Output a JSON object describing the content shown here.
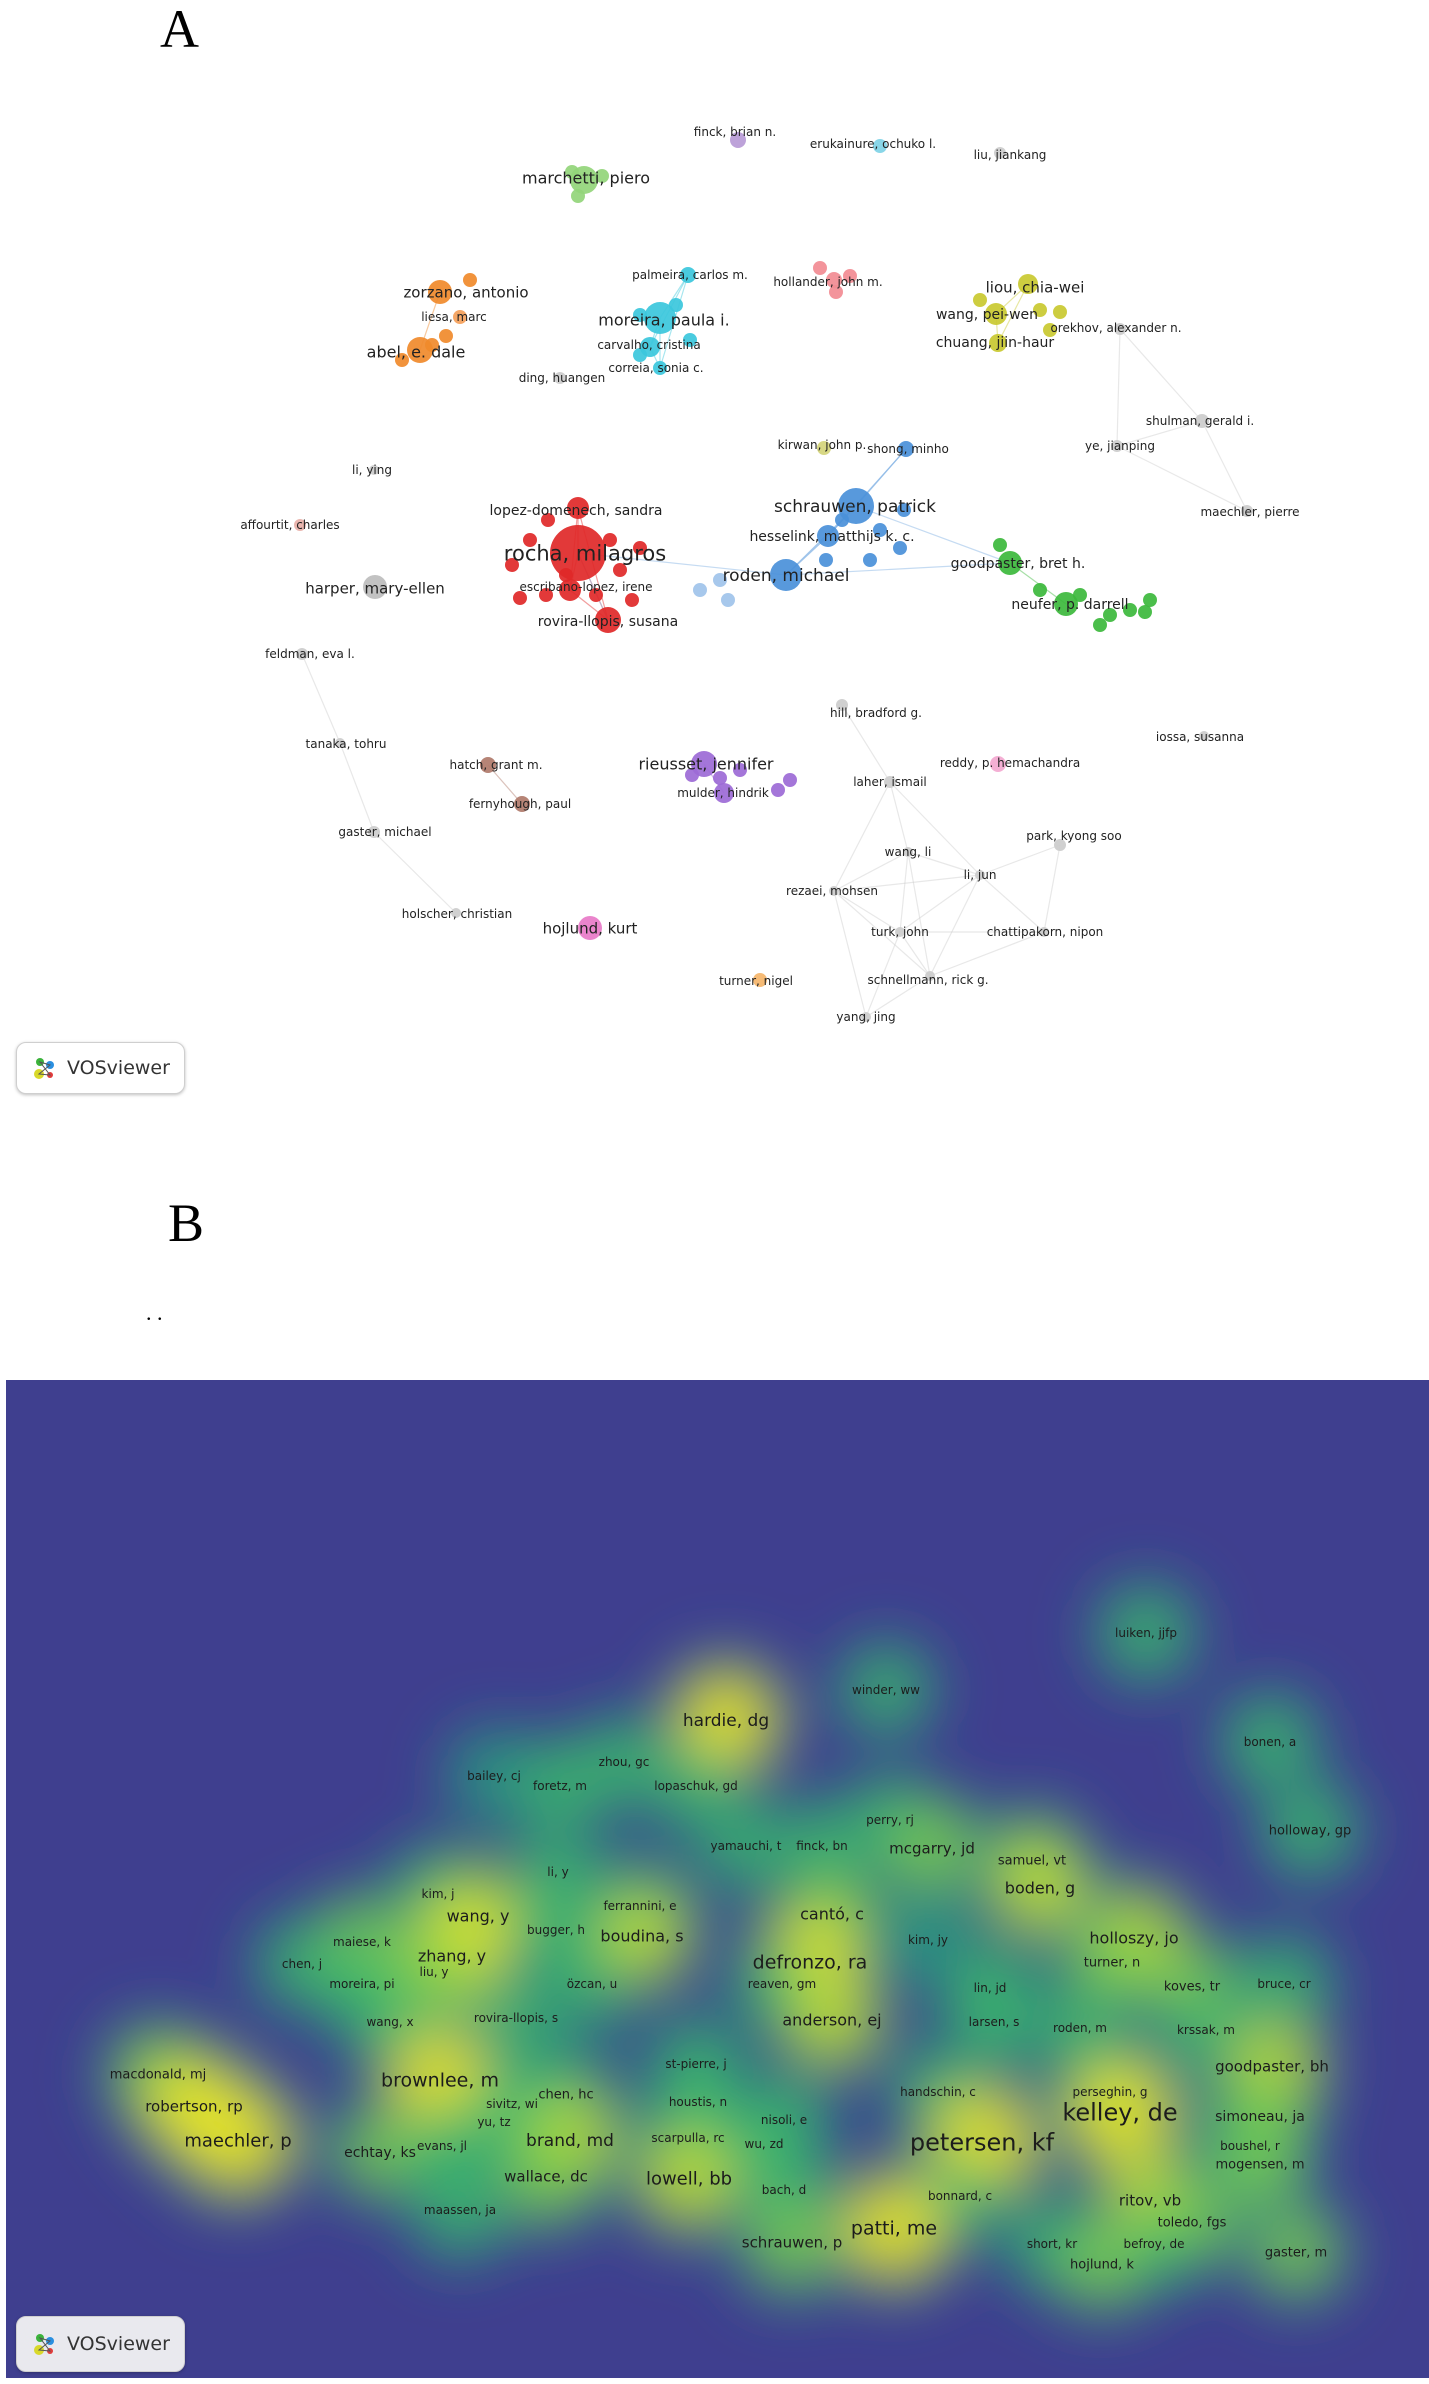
{
  "panel_a": {
    "letter": "A",
    "nodes": [
      {
        "label": "finck, brian n.",
        "color": "#b79ad6",
        "size": 8
      },
      {
        "label": "erukainure, ochuko l.",
        "color": "#7fd3e6",
        "size": 7
      },
      {
        "label": "liu, jiankang",
        "color": "#cccccc",
        "size": 6
      },
      {
        "label": "marchetti, piero",
        "color": "#92d57a",
        "size": 14
      },
      {
        "label": "palmeira, carlos m.",
        "color": "#3bc7dc",
        "size": 8
      },
      {
        "label": "hollander, john m.",
        "color": "#f28b93",
        "size": 8
      },
      {
        "label": "liou, chia-wei",
        "color": "#c9c930",
        "size": 10
      },
      {
        "label": "zorzano, antonio",
        "color": "#f08a2b",
        "size": 12
      },
      {
        "label": "liesa, marc",
        "color": "#f4a05a",
        "size": 7
      },
      {
        "label": "moreira, paula i.",
        "color": "#3bc7dc",
        "size": 16
      },
      {
        "label": "wang, pei-wen",
        "color": "#c9c930",
        "size": 11
      },
      {
        "label": "orekhov, alexander n.",
        "color": "#cccccc",
        "size": 6
      },
      {
        "label": "abel, e. dale",
        "color": "#f08a2b",
        "size": 13
      },
      {
        "label": "carvalho, cristina",
        "color": "#3bc7dc",
        "size": 10
      },
      {
        "label": "chuang, jiin-haur",
        "color": "#c9c930",
        "size": 9
      },
      {
        "label": "correia, sonia c.",
        "color": "#3bc7dc",
        "size": 7
      },
      {
        "label": "ding, huangen",
        "color": "#cccccc",
        "size": 6
      },
      {
        "label": "shulman, gerald i.",
        "color": "#cccccc",
        "size": 7
      },
      {
        "label": "kirwan, john p.",
        "color": "#d4d47a",
        "size": 7
      },
      {
        "label": "shong, minho",
        "color": "#4a90d9",
        "size": 8
      },
      {
        "label": "ye, jianping",
        "color": "#cccccc",
        "size": 6
      },
      {
        "label": "li, ying",
        "color": "#cccccc",
        "size": 5
      },
      {
        "label": "schrauwen, patrick",
        "color": "#4a90d9",
        "size": 18
      },
      {
        "label": "lopez-domenech, sandra",
        "color": "#e02828",
        "size": 11
      },
      {
        "label": "maechler, pierre",
        "color": "#cccccc",
        "size": 6
      },
      {
        "label": "affourtit, charles",
        "color": "#e8b0a8",
        "size": 6
      },
      {
        "label": "hesselink, matthijs k. c.",
        "color": "#4a90d9",
        "size": 11
      },
      {
        "label": "rocha, milagros",
        "color": "#e02828",
        "size": 28
      },
      {
        "label": "goodpaster, bret h.",
        "color": "#3cb83c",
        "size": 12
      },
      {
        "label": "roden, michael",
        "color": "#4a90d9",
        "size": 16
      },
      {
        "label": "harper, mary-ellen",
        "color": "#bdbdbd",
        "size": 12
      },
      {
        "label": "escribano-lopez, irene",
        "color": "#e02828",
        "size": 11
      },
      {
        "label": "neufer, p. darrell",
        "color": "#3cb83c",
        "size": 12
      },
      {
        "label": "rovira-llopis, susana",
        "color": "#e02828",
        "size": 13
      },
      {
        "label": "feldman, eva l.",
        "color": "#cccccc",
        "size": 6
      },
      {
        "label": "hill, bradford g.",
        "color": "#cccccc",
        "size": 6
      },
      {
        "label": "tanaka, tohru",
        "color": "#cccccc",
        "size": 5
      },
      {
        "label": "iossa, susanna",
        "color": "#cccccc",
        "size": 5
      },
      {
        "label": "hatch, grant m.",
        "color": "#b07a6a",
        "size": 8
      },
      {
        "label": "rieusset, jennifer",
        "color": "#9c6ad6",
        "size": 13
      },
      {
        "label": "reddy, p. hemachandra",
        "color": "#f3a8d0",
        "size": 8
      },
      {
        "label": "laher, ismail",
        "color": "#cccccc",
        "size": 6
      },
      {
        "label": "mulder, hindrik",
        "color": "#9c6ad6",
        "size": 10
      },
      {
        "label": "fernyhough, paul",
        "color": "#b07a6a",
        "size": 8
      },
      {
        "label": "gaster, michael",
        "color": "#cccccc",
        "size": 6
      },
      {
        "label": "park, kyong soo",
        "color": "#cccccc",
        "size": 6
      },
      {
        "label": "wang, li",
        "color": "#cccccc",
        "size": 5
      },
      {
        "label": "li, jun",
        "color": "#cccccc",
        "size": 5
      },
      {
        "label": "rezaei, mohsen",
        "color": "#cccccc",
        "size": 5
      },
      {
        "label": "holscher, christian",
        "color": "#cccccc",
        "size": 5
      },
      {
        "label": "hojlund, kurt",
        "color": "#e879c8",
        "size": 12
      },
      {
        "label": "turk, john",
        "color": "#cccccc",
        "size": 5
      },
      {
        "label": "chattipakorn, nipon",
        "color": "#cccccc",
        "size": 5
      },
      {
        "label": "schnellmann, rick g.",
        "color": "#cccccc",
        "size": 5
      },
      {
        "label": "turner, nigel",
        "color": "#f5b56a",
        "size": 7
      },
      {
        "label": "yang, jing",
        "color": "#cccccc",
        "size": 5
      }
    ],
    "badge": "VOSviewer"
  },
  "panel_b": {
    "letter": "B",
    "dots": ". .",
    "background_color": "#3f3f8f",
    "items": [
      {
        "label": "luiken, jjfp",
        "density": 0.55
      },
      {
        "label": "winder, ww",
        "density": 0.5
      },
      {
        "label": "hardie, dg",
        "density": 0.9
      },
      {
        "label": "bonen, a",
        "density": 0.55
      },
      {
        "label": "zhou, gc",
        "density": 0.5
      },
      {
        "label": "bailey, cj",
        "density": 0.45
      },
      {
        "label": "foretz, m",
        "density": 0.55
      },
      {
        "label": "lopaschuk, gd",
        "density": 0.55
      },
      {
        "label": "perry, rj",
        "density": 0.5
      },
      {
        "label": "holloway, gp",
        "density": 0.55
      },
      {
        "label": "mcgarry, jd",
        "density": 0.7
      },
      {
        "label": "yamauchi, t",
        "density": 0.5
      },
      {
        "label": "finck, bn",
        "density": 0.5
      },
      {
        "label": "samuel, vt",
        "density": 0.6
      },
      {
        "label": "li, y",
        "density": 0.5
      },
      {
        "label": "boden, g",
        "density": 0.75
      },
      {
        "label": "kim, j",
        "density": 0.55
      },
      {
        "label": "ferrannini, e",
        "density": 0.55
      },
      {
        "label": "cantó, c",
        "density": 0.7
      },
      {
        "label": "wang, y",
        "density": 0.75
      },
      {
        "label": "bugger, h",
        "density": 0.55
      },
      {
        "label": "boudina, s",
        "density": 0.75
      },
      {
        "label": "holloszy, jo",
        "density": 0.8
      },
      {
        "label": "maiese, k",
        "density": 0.6
      },
      {
        "label": "kim, jy",
        "density": 0.45
      },
      {
        "label": "zhang, y",
        "density": 0.9
      },
      {
        "label": "chen, j",
        "density": 0.5
      },
      {
        "label": "liu, y",
        "density": 0.7
      },
      {
        "label": "defronzo, ra",
        "density": 0.9
      },
      {
        "label": "turner, n",
        "density": 0.6
      },
      {
        "label": "moreira, pi",
        "density": 0.55
      },
      {
        "label": "özcan, u",
        "density": 0.5
      },
      {
        "label": "reaven, gm",
        "density": 0.55
      },
      {
        "label": "lin, jd",
        "density": 0.5
      },
      {
        "label": "koves, tr",
        "density": 0.6
      },
      {
        "label": "bruce, cr",
        "density": 0.55
      },
      {
        "label": "wang, x",
        "density": 0.55
      },
      {
        "label": "rovira-llopis, s",
        "density": 0.5
      },
      {
        "label": "anderson, ej",
        "density": 0.75
      },
      {
        "label": "larsen, s",
        "density": 0.5
      },
      {
        "label": "roden, m",
        "density": 0.55
      },
      {
        "label": "krssak, m",
        "density": 0.5
      },
      {
        "label": "st-pierre, j",
        "density": 0.5
      },
      {
        "label": "goodpaster, bh",
        "density": 0.75
      },
      {
        "label": "macdonald, mj",
        "density": 0.65
      },
      {
        "label": "brownlee, m",
        "density": 0.95
      },
      {
        "label": "chen, hc",
        "density": 0.55
      },
      {
        "label": "handschin, c",
        "density": 0.5
      },
      {
        "label": "perseghin, g",
        "density": 0.55
      },
      {
        "label": "robertson, rp",
        "density": 0.9
      },
      {
        "label": "sivitz, wi",
        "density": 0.55
      },
      {
        "label": "houstis, n",
        "density": 0.5
      },
      {
        "label": "kelley, de",
        "density": 1.0
      },
      {
        "label": "simoneau, ja",
        "density": 0.7
      },
      {
        "label": "nisoli, e",
        "density": 0.5
      },
      {
        "label": "yu, tz",
        "density": 0.5
      },
      {
        "label": "brand, md",
        "density": 0.8
      },
      {
        "label": "maechler, p",
        "density": 0.95
      },
      {
        "label": "scarpulla, rc",
        "density": 0.55
      },
      {
        "label": "petersen, kf",
        "density": 1.0
      },
      {
        "label": "boushel, r",
        "density": 0.55
      },
      {
        "label": "echtay, ks",
        "density": 0.6
      },
      {
        "label": "evans, jl",
        "density": 0.55
      },
      {
        "label": "wu, zd",
        "density": 0.5
      },
      {
        "label": "mogensen, m",
        "density": 0.6
      },
      {
        "label": "wallace, dc",
        "density": 0.7
      },
      {
        "label": "lowell, bb",
        "density": 0.85
      },
      {
        "label": "bach, d",
        "density": 0.5
      },
      {
        "label": "bonnard, c",
        "density": 0.55
      },
      {
        "label": "ritov, vb",
        "density": 0.75
      },
      {
        "label": "maassen, ja",
        "density": 0.55
      },
      {
        "label": "toledo, fgs",
        "density": 0.6
      },
      {
        "label": "patti, me",
        "density": 0.95
      },
      {
        "label": "schrauwen, p",
        "density": 0.7
      },
      {
        "label": "short, kr",
        "density": 0.5
      },
      {
        "label": "befroy, de",
        "density": 0.5
      },
      {
        "label": "gaster, m",
        "density": 0.6
      },
      {
        "label": "hojlund, k",
        "density": 0.6
      }
    ],
    "badge": "VOSviewer"
  }
}
